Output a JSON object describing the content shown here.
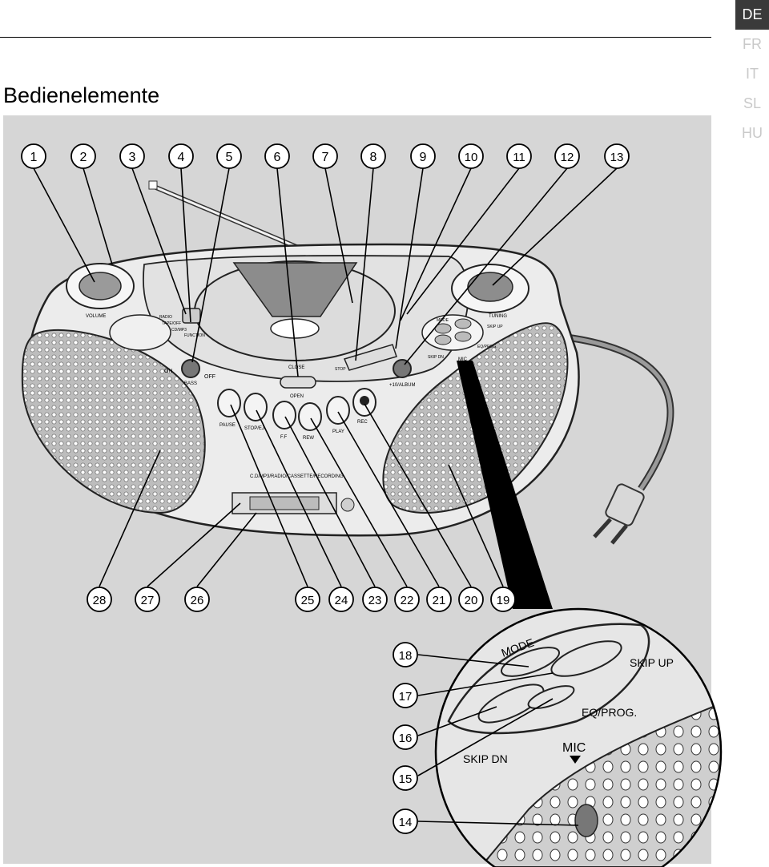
{
  "header": {
    "title": "Bedienelemente",
    "languages": [
      {
        "code": "DE",
        "active": true
      },
      {
        "code": "FR",
        "active": false
      },
      {
        "code": "IT",
        "active": false
      },
      {
        "code": "SL",
        "active": false
      },
      {
        "code": "HU",
        "active": false
      }
    ]
  },
  "device_labels": {
    "volume": "VOLUME",
    "radio": "RADIO",
    "tape_off": "TAPE/OFF",
    "cd_mp3": "CD/MP3",
    "function": "FUNCTION",
    "on": "ON",
    "off": "OFF",
    "bass": "BASS",
    "open": "OPEN",
    "close": "CLOSE",
    "stop": "STOP",
    "tuning": "TUNING",
    "mode": "MODE",
    "skip_up": "SKIP UP",
    "skip_dn": "SKIP DN",
    "eq_prog": "EQ/PROG.",
    "mic": "MIC",
    "album": "+10/ALBUM",
    "pause": "PAUSE",
    "stop_eject": "STOP/EJ",
    "ff": "F.F",
    "rew": "REW",
    "play": "PLAY",
    "rec": "REC",
    "display_strip": "C.D/MP3/RADIO/CASSETTE/RECORDING"
  },
  "zoom_labels": {
    "mode": "MODE",
    "skip_up": "SKIP UP",
    "eq_prog": "EQ/PROG.",
    "skip_dn": "SKIP DN",
    "mic": "MIC"
  },
  "callouts": {
    "top": [
      "1",
      "2",
      "3",
      "4",
      "5",
      "6",
      "7",
      "8",
      "9",
      "10",
      "11",
      "12",
      "13"
    ],
    "bottom": [
      "28",
      "27",
      "26",
      "25",
      "24",
      "23",
      "22",
      "21",
      "20",
      "19"
    ],
    "zoom": [
      "18",
      "17",
      "16",
      "15",
      "14"
    ]
  }
}
